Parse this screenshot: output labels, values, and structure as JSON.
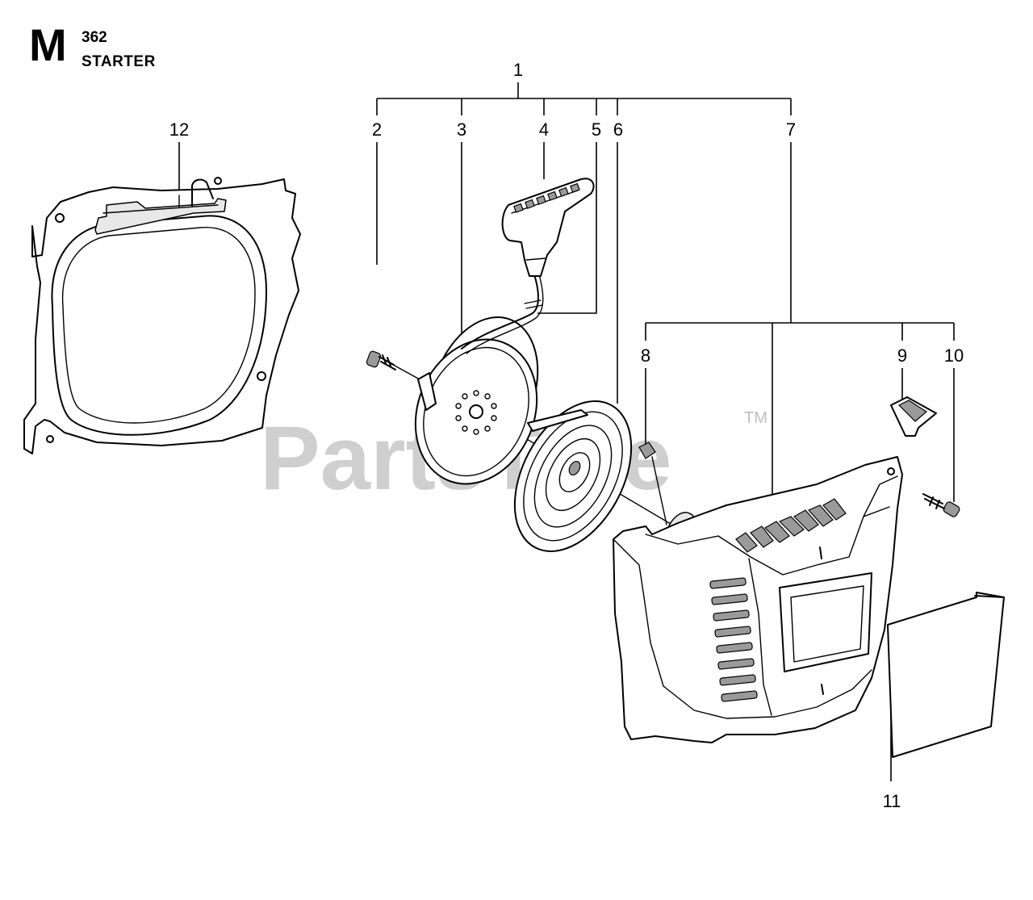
{
  "header": {
    "section_letter": "M",
    "model_number": "362",
    "section_title": "STARTER"
  },
  "watermark": {
    "text": "PartsTree",
    "mark": "TM"
  },
  "callouts": [
    "1",
    "2",
    "3",
    "4",
    "5",
    "6",
    "7",
    "8",
    "9",
    "10",
    "11",
    "12"
  ],
  "parts": [
    {
      "callout": "1",
      "icon": "starter-assembly-group"
    },
    {
      "callout": "2",
      "icon": "screw-icon"
    },
    {
      "callout": "3",
      "icon": "pulley-icon"
    },
    {
      "callout": "4",
      "icon": "starter-handle-icon"
    },
    {
      "callout": "5",
      "icon": "starter-cord-icon"
    },
    {
      "callout": "6",
      "icon": "recoil-spring-icon"
    },
    {
      "callout": "7",
      "icon": "starter-cover-group"
    },
    {
      "callout": "8",
      "icon": "bushing-icon"
    },
    {
      "callout": "9",
      "icon": "cord-guide-icon"
    },
    {
      "callout": "10",
      "icon": "screw-icon"
    },
    {
      "callout": "11",
      "icon": "decal-icon"
    },
    {
      "callout": "12",
      "icon": "fan-housing-icon"
    }
  ]
}
